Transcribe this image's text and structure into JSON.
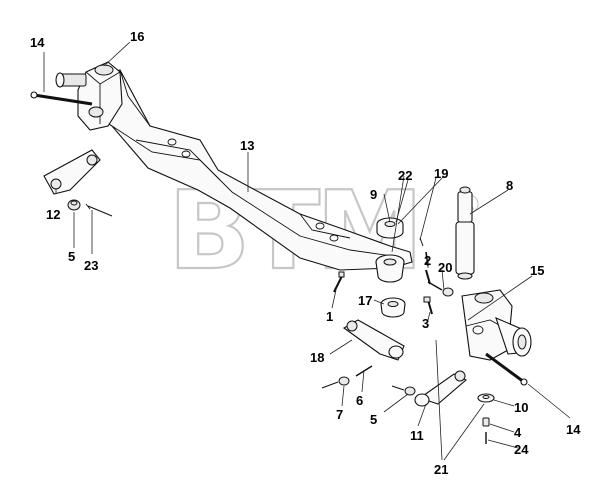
{
  "watermark": {
    "text": "BTM",
    "registered": "R"
  },
  "callouts": [
    {
      "id": "c14a",
      "text": "14"
    },
    {
      "id": "c16",
      "text": "16"
    },
    {
      "id": "c13",
      "text": "13"
    },
    {
      "id": "c9",
      "text": "9"
    },
    {
      "id": "c22",
      "text": "22"
    },
    {
      "id": "c19",
      "text": "19"
    },
    {
      "id": "c8",
      "text": "8"
    },
    {
      "id": "c12",
      "text": "12"
    },
    {
      "id": "c5a",
      "text": "5"
    },
    {
      "id": "c23",
      "text": "23"
    },
    {
      "id": "c2",
      "text": "2"
    },
    {
      "id": "c20",
      "text": "20"
    },
    {
      "id": "c15",
      "text": "15"
    },
    {
      "id": "c17",
      "text": "17"
    },
    {
      "id": "c1",
      "text": "1"
    },
    {
      "id": "c3",
      "text": "3"
    },
    {
      "id": "c18",
      "text": "18"
    },
    {
      "id": "c6",
      "text": "6"
    },
    {
      "id": "c7",
      "text": "7"
    },
    {
      "id": "c5b",
      "text": "5"
    },
    {
      "id": "c10",
      "text": "10"
    },
    {
      "id": "c14b",
      "text": "14"
    },
    {
      "id": "c11",
      "text": "11"
    },
    {
      "id": "c4",
      "text": "4"
    },
    {
      "id": "c24",
      "text": "24"
    },
    {
      "id": "c21",
      "text": "21"
    }
  ]
}
